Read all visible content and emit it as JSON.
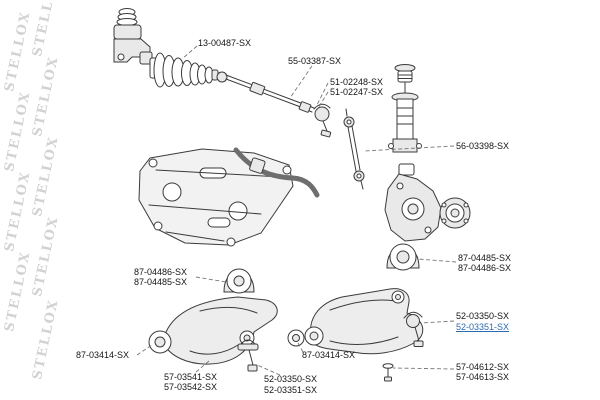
{
  "watermark": {
    "text": "STELLOX"
  },
  "colors": {
    "highlight_link": "#2a6ab0",
    "line_art": "#3b3b3b",
    "watermark": "#d2d2d2",
    "background": "#ffffff"
  },
  "parts": {
    "steering_boot": "13-00487-SX",
    "tie_rod": "55-03387-SX",
    "tie_rod_end_a": "51-02248-SX",
    "tie_rod_end_b": "51-02247-SX",
    "stabilizer_link": "56-03398-SX",
    "front_bushing_left_a": "87-04486-SX",
    "front_bushing_left_b": "87-04485-SX",
    "front_bushing_right_a": "87-04485-SX",
    "front_bushing_right_b": "87-04486-SX",
    "ball_joint_right_a": "52-03350-SX",
    "ball_joint_right_b": "52-03351-SX",
    "rear_bushing_left": "87-03414-SX",
    "rear_bushing_center": "87-03414-SX",
    "control_arm_left_a": "57-03541-SX",
    "control_arm_left_b": "57-03542-SX",
    "ball_joint_center_a": "52-03350-SX",
    "ball_joint_center_b": "52-03351-SX",
    "control_arm_right_a": "57-04612-SX",
    "control_arm_right_b": "57-04613-SX"
  }
}
